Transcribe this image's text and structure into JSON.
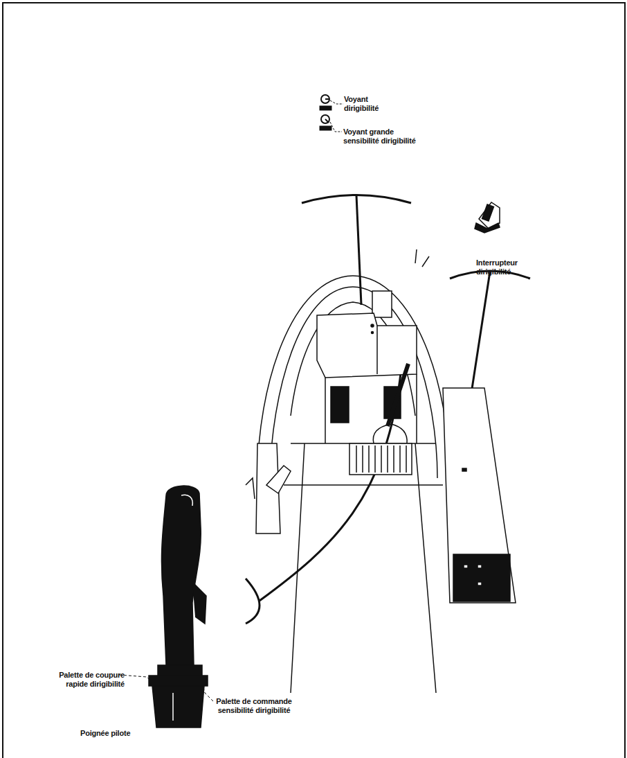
{
  "diagram": {
    "labels": [
      "Voyant dirigibilité",
      "Voyant grande sensibilité dirigibilité",
      "Interrupteur dirigibilité",
      "Palette de coupure rapide dirigibilité",
      "Palette de commande sensibilité dirigibilité",
      "Poignée pilote"
    ]
  }
}
